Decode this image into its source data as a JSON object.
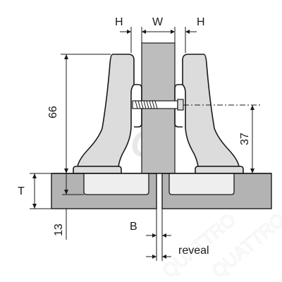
{
  "labels": {
    "h_left": "H",
    "w": "W",
    "h_right": "H",
    "dim_66": "66",
    "dim_37": "37",
    "t": "T",
    "dim_13": "13",
    "b": "B",
    "reveal": "reveal"
  },
  "watermark": {
    "logo_letter": "Q",
    "brand_text": "QUATTRO"
  },
  "colors": {
    "line": "#1a1a1a",
    "panel_gray": "#b3b3b3",
    "hinge_fill": "#dcdcdc",
    "cup_fill": "#eeeeee",
    "watermark": "#d0d0d0"
  }
}
